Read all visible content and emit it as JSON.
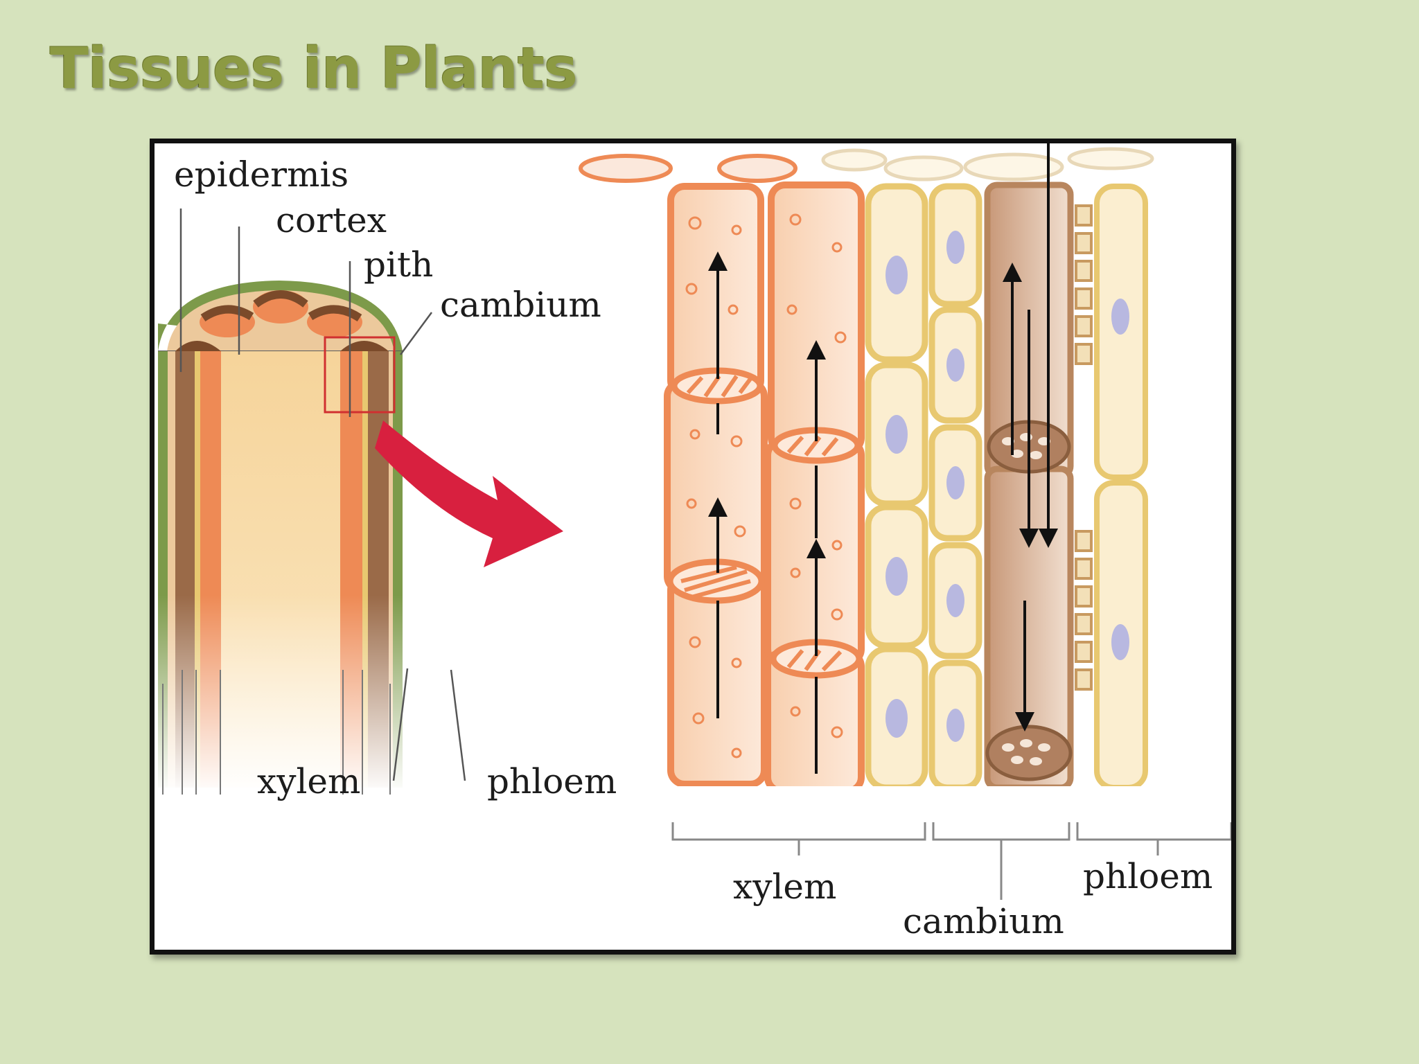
{
  "slide": {
    "title": "Tissues in Plants",
    "title_color": "#8c9a43",
    "background_color": "#d6e3bd"
  },
  "diagram": {
    "stem_labels": {
      "epidermis": "epidermis",
      "cortex": "cortex",
      "pith": "pith",
      "cambium": "cambium",
      "xylem": "xylem",
      "phloem": "phloem"
    },
    "detail_labels": {
      "xylem": "xylem",
      "cambium": "cambium",
      "phloem": "phloem"
    },
    "colors": {
      "epidermis": "#7d9a4a",
      "cortex": "#e8c79a",
      "pith": "#f7d9a0",
      "xylem": "#ee8a55",
      "phloem": "#9a6a48",
      "cambium": "#e8c870",
      "arrow": "#d8203f",
      "zoom_box": "#d03030"
    }
  }
}
